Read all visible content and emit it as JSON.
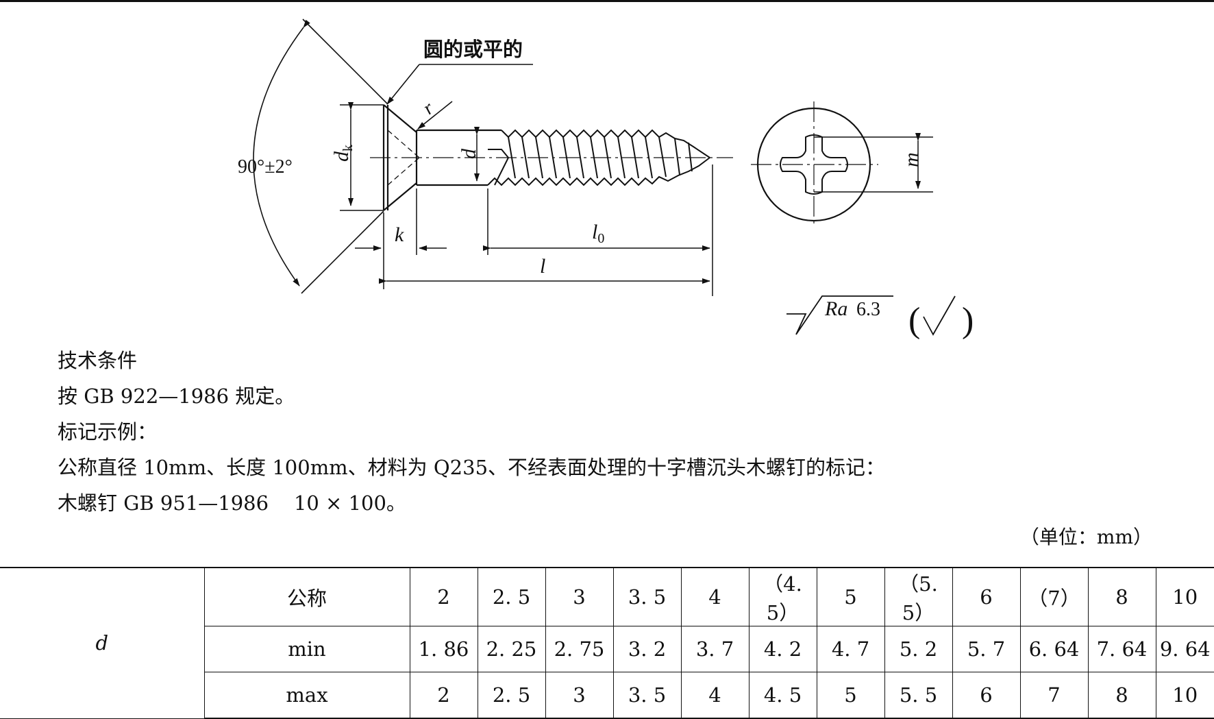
{
  "figure": {
    "head_note": "圆的或平的",
    "angle_label": "90°±2°",
    "dim_dk": "d",
    "dim_dk_sub": "k",
    "dim_r": "r",
    "dim_d": "d",
    "dim_k": "k",
    "dim_l0": "l",
    "dim_l0_sub": "0",
    "dim_l": "l",
    "dim_m": "m",
    "roughness_ra": "Ra",
    "roughness_value": "6.3",
    "roughness_paren_open": "(",
    "roughness_paren_close": ")"
  },
  "text": {
    "line1": "技术条件",
    "line2": "按 GB 922—1986 规定。",
    "line3": "标记示例：",
    "line4": "公称直径 10mm、长度 100mm、材料为 Q235、不经表面处理的十字槽沉头木螺钉的标记：",
    "line5": "木螺钉 GB 951—1986    10 × 100。",
    "unit": "（单位：mm）"
  },
  "table": {
    "row_header": "d",
    "sub_headers": [
      "公称",
      "min",
      "max"
    ],
    "rows": [
      [
        "2",
        "2. 5",
        "3",
        "3. 5",
        "4",
        "（4. 5）",
        "5",
        "（5. 5）",
        "6",
        "（7）",
        "8",
        "10"
      ],
      [
        "1. 86",
        "2. 25",
        "2. 75",
        "3. 2",
        "3. 7",
        "4. 2",
        "4. 7",
        "5. 2",
        "5. 7",
        "6. 64",
        "7. 64",
        "9. 64"
      ],
      [
        "2",
        "2. 5",
        "3",
        "3. 5",
        "4",
        "4. 5",
        "5",
        "5. 5",
        "6",
        "7",
        "8",
        "10"
      ]
    ]
  }
}
